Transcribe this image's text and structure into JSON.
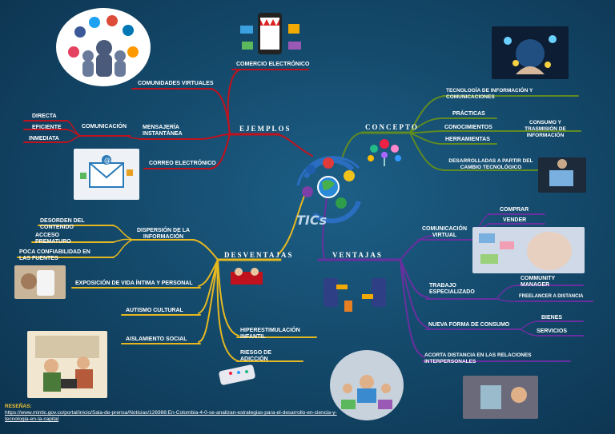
{
  "center": {
    "logo": "TICs"
  },
  "branches": {
    "ejemplos": {
      "title": "EJEMPLOS",
      "comercio": "COMERCIO ELECTRÓNICO",
      "comunidades": "COMUNIDADES VIRTUALES",
      "mensajeria": "MENSAJERÍA INSTANTÁNEA",
      "comunicacion": "COMUNICACIÓN",
      "directa": "DIRECTA",
      "eficiente": "EFICIENTE",
      "inmediata": "INMEDIATA",
      "correo": "CORREO ELECTRÓNICO"
    },
    "concepto": {
      "title": "CONCEPTO",
      "tecnologia": "TECNOLOGÍA DE INFORMACIÓN Y COMUNICACIONES",
      "practicas": "PRÁCTICAS",
      "conocimientos": "CONOCIMIENTOS",
      "herramientas": "HERRAMIENTAS",
      "consumo": "CONSUMO Y TRASMISIÓN DE INFORMACIÓN",
      "desarrolladas": "DESARROLLADAS A PARTIR DEL CAMBIO TECNOLÓGICO"
    },
    "desventajas": {
      "title": "DESVENTAJAS",
      "dispersion": "DISPERSIÓN DE LA INFORMACIÓN",
      "desorden": "DESORDEN DEL CONTENIDO",
      "acceso": "ACCESO PREMATURO",
      "poca": "POCA CONFIABILIDAD EN LAS FUENTES",
      "exposicion": "EXPOSICIÓN DE VIDA ÍNTIMA Y PERSONAL",
      "autismo": "AUTISMO CULTURAL",
      "aislamiento": "AISLAMIENTO SOCIAL",
      "hiper": "HIPERESTIMULACIÓN INFANTIL",
      "riesgo": "RIESGO DE ADICCIÓN"
    },
    "ventajas": {
      "title": "VENTAJAS",
      "comunicacion": "COMUNICACIÓN VIRTUAL",
      "comprar": "COMPRAR",
      "vender": "VENDER",
      "trabajo": "TRABAJO ESPECIALIZADO",
      "community": "COMMUNITY MANAGER",
      "freelancer": "FREELANCER A DISTANCIA",
      "nueva": "NUEVA FORMA DE CONSUMO",
      "bienes": "BIENES",
      "servicios": "SERVICIOS",
      "acorta": "ACORTA DISTANCIA EN LAS RELACIONES INTERPERSONALES"
    }
  },
  "sources": {
    "title": "RESEÑAS:",
    "url": "https://www.mintic.gov.co/portal/inicio/Sala-de-prensa/Noticias/126988:En-Colombia-4-0-se-analizan-estrategias-para-el-desarrollo-en-ciencia-y-tecnologia-en-la-capital"
  },
  "colors": {
    "background": "#144a6c",
    "ejemplos": "#c0121e",
    "concepto": "#5f8a22",
    "desventajas": "#e6b820",
    "ventajas": "#6a2fa0"
  }
}
